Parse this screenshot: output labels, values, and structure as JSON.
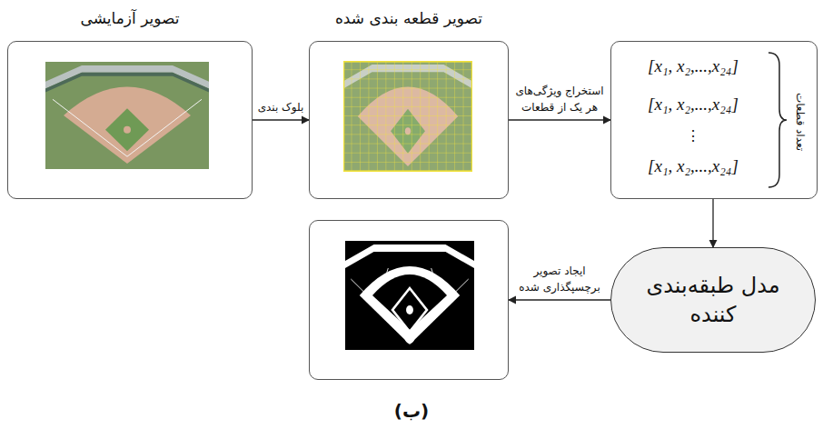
{
  "diagram": {
    "caption": "(ب)",
    "nodes": [
      {
        "text": [
          "تصویر آزمایشی"
        ]
      },
      {
        "text": [
          "تصویر قطعه بندی شده"
        ]
      },
      {
        "text": [
          "[x₁, x₂,...,x₂₄]",
          "[x₁, x₂,...,x₂₄]",
          "⋮",
          "[x₁, x₂,...,x₂₄]",
          "تعداد قطعات"
        ]
      },
      {
        "text": [
          "مدل طبقه‌بندی کننده"
        ]
      },
      {
        "text": []
      }
    ],
    "edges": [
      {
        "from": 0,
        "to": 1,
        "label": "بلوک بندی",
        "arrow": "to"
      },
      {
        "from": 1,
        "to": 2,
        "label": "استخراج ویژگی‌های هر یک از قطعات",
        "arrow": "to"
      },
      {
        "from": 2,
        "to": 3,
        "arrow": "to"
      },
      {
        "from": 3,
        "to": 4,
        "label": "ایجاد تصویر برچسپگذاری شده",
        "arrow": "to"
      }
    ]
  }
}
